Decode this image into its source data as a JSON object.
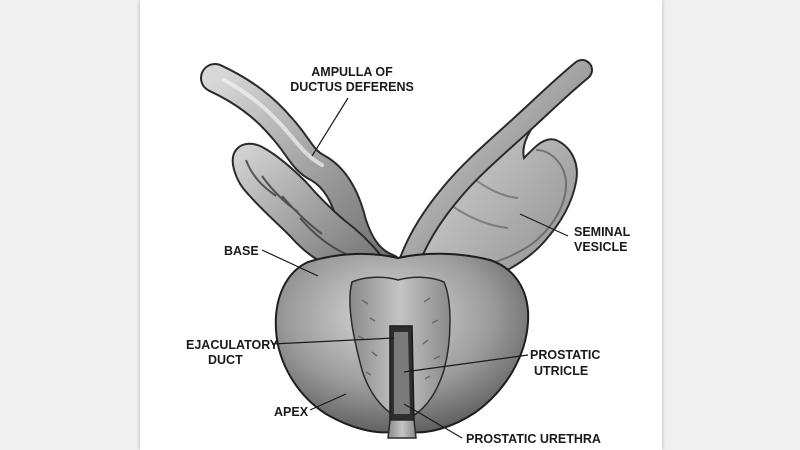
{
  "figure": {
    "labels": {
      "ampulla_line1": "AMPULLA OF",
      "ampulla_line2": "DUCTUS DEFERENS",
      "seminal_line1": "SEMINAL",
      "seminal_line2": "VESICLE",
      "base": "BASE",
      "ejaculatory_line1": "EJACULATORY",
      "ejaculatory_line2": "DUCT",
      "utricle_line1": "PROSTATIC",
      "utricle_line2": "UTRICLE",
      "apex": "APEX",
      "urethra": "PROSTATIC URETHRA"
    }
  }
}
